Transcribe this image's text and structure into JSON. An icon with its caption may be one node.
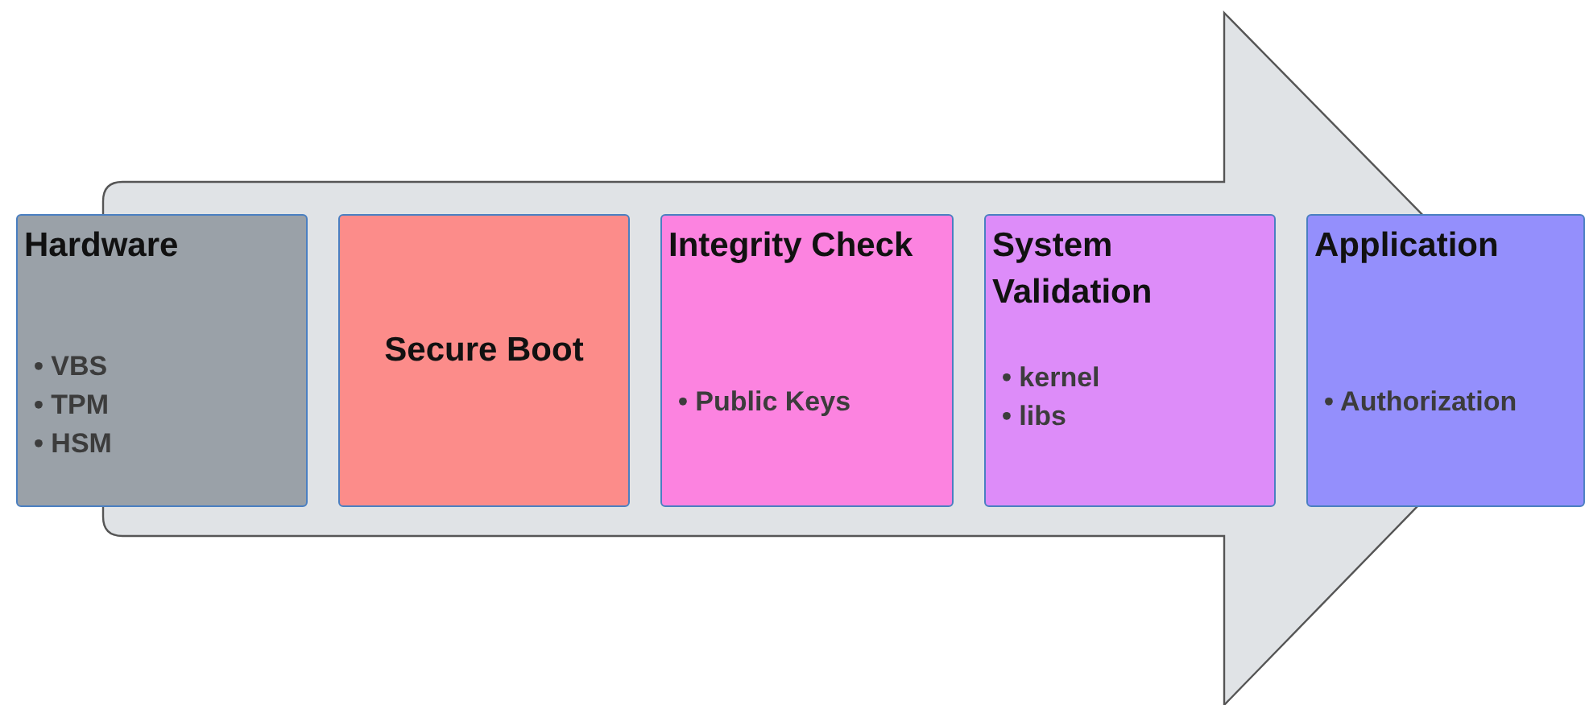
{
  "diagram": {
    "nodes": [
      {
        "text": [
          "Hardware",
          "• VBS",
          "• TPM",
          "• HSM"
        ]
      },
      {
        "text": [
          "Secure Boot"
        ]
      },
      {
        "text": [
          "Integrity Check",
          "• Public Keys"
        ]
      },
      {
        "text": [
          "System Validation",
          "• kernel",
          "• libs"
        ]
      },
      {
        "text": [
          "Application",
          "• Authorization"
        ]
      }
    ]
  }
}
